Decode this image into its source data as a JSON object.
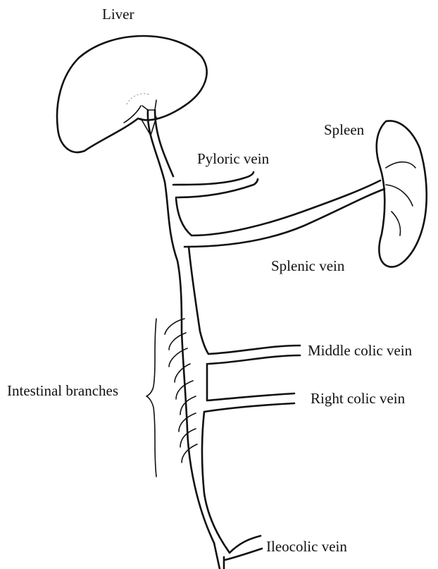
{
  "labels": {
    "liver": "Liver",
    "spleen": "Spleen",
    "pyloric_vein": "Pyloric vein",
    "splenic_vein": "Splenic vein",
    "middle_colic_vein": "Middle colic vein",
    "right_colic_vein": "Right colic vein",
    "intestinal_branches": "Intestinal branches",
    "ileocolic_vein": "Ileocolic vein"
  }
}
